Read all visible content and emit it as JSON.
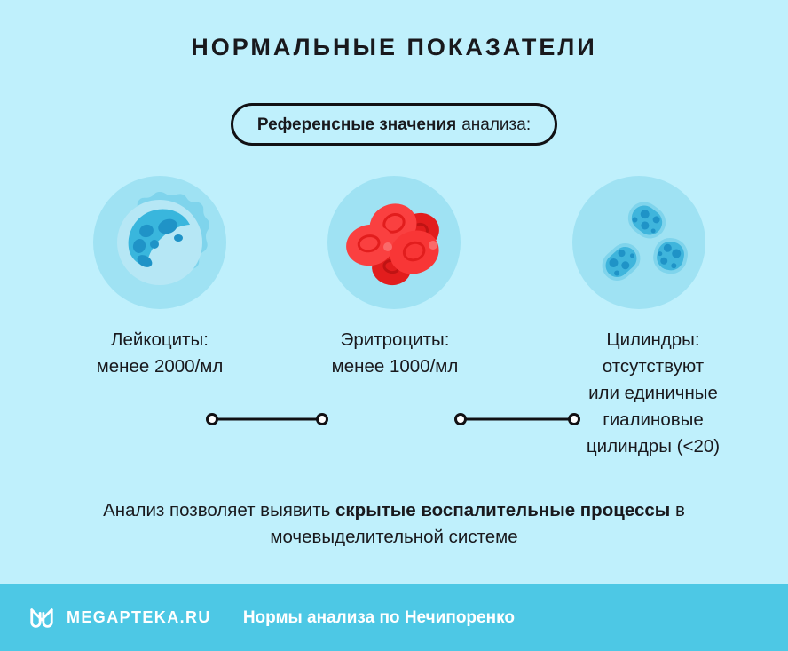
{
  "page": {
    "background_color": "#bff0fc",
    "text_color": "#19191d",
    "title": "НОРМАЛЬНЫЕ ПОКАЗАТЕЛИ"
  },
  "badge": {
    "name": "reference-values-badge",
    "strong_text": "Референсные значения",
    "regular_text": "анализа:",
    "border_color": "#111114"
  },
  "items": [
    {
      "icon": "leukocyte-icon",
      "disc_color": "#9fe2f3",
      "caption_lines": [
        "Лейкоциты:",
        "менее 2000/мл"
      ],
      "label": "Лейкоциты:",
      "value": "менее 2000/мл"
    },
    {
      "icon": "erythrocyte-icon",
      "disc_color": "#9fe2f3",
      "caption_lines": [
        "Эритроциты:",
        "менее 1000/мл"
      ],
      "label": "Эритроциты:",
      "value": "менее 1000/мл"
    },
    {
      "icon": "cylinder-cast-icon",
      "disc_color": "#9fe2f3",
      "caption_lines": [
        "Цилиндры:",
        "отсутствуют",
        "или единичные",
        "гиалиновые",
        "цилиндры (<20)"
      ],
      "label": "Цилиндры:",
      "value": "отсутствуют или единичные гиалиновые цилиндры (<20)"
    }
  ],
  "connectors": {
    "line_color": "#111114",
    "endpoint_fill": "#ffffff"
  },
  "note": {
    "prefix": "Анализ позволяет выявить ",
    "strong": "скрытые воспалительные процессы",
    "suffix": " в мочевыделительной системе"
  },
  "footer": {
    "background_color": "#4dc8e5",
    "logo_name": "megapteka-logo",
    "brand": "MEGAPTEKA.RU",
    "subtitle": "Нормы анализа по Нечипоренко",
    "text_color": "#ffffff"
  }
}
